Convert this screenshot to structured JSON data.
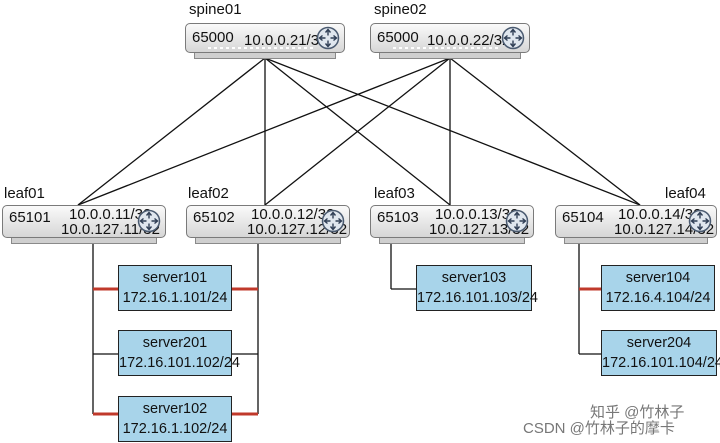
{
  "spines": [
    {
      "name": "spine01",
      "asn": "65000",
      "ip": "10.0.0.21/32"
    },
    {
      "name": "spine02",
      "asn": "65000",
      "ip": "10.0.0.22/32"
    }
  ],
  "leaves": [
    {
      "name": "leaf01",
      "asn": "65101",
      "ip1": "10.0.0.11/32",
      "ip2": "10.0.127.11/32"
    },
    {
      "name": "leaf02",
      "asn": "65102",
      "ip1": "10.0.0.12/32",
      "ip2": "10.0.127.12/32"
    },
    {
      "name": "leaf03",
      "asn": "65103",
      "ip1": "10.0.0.13/32",
      "ip2": "10.0.127.13/32"
    },
    {
      "name": "leaf04",
      "asn": "65104",
      "ip1": "10.0.0.14/32",
      "ip2": "10.0.127.14/32"
    }
  ],
  "servers": [
    {
      "name": "server101",
      "ip": "172.16.1.101/24"
    },
    {
      "name": "server201",
      "ip": "172.16.101.102/24"
    },
    {
      "name": "server102",
      "ip": "172.16.1.102/24"
    },
    {
      "name": "server103",
      "ip": "172.16.101.103/24"
    },
    {
      "name": "server104",
      "ip": "172.16.4.104/24"
    },
    {
      "name": "server204",
      "ip": "172.16.101.104/24"
    }
  ],
  "colors": {
    "server_fill": "#a8d4ea",
    "highlight_link": "#c0392b",
    "link": "#111111"
  },
  "watermark": {
    "line1": "知乎 @竹林子",
    "line2": "CSDN @竹林子的摩卡"
  }
}
